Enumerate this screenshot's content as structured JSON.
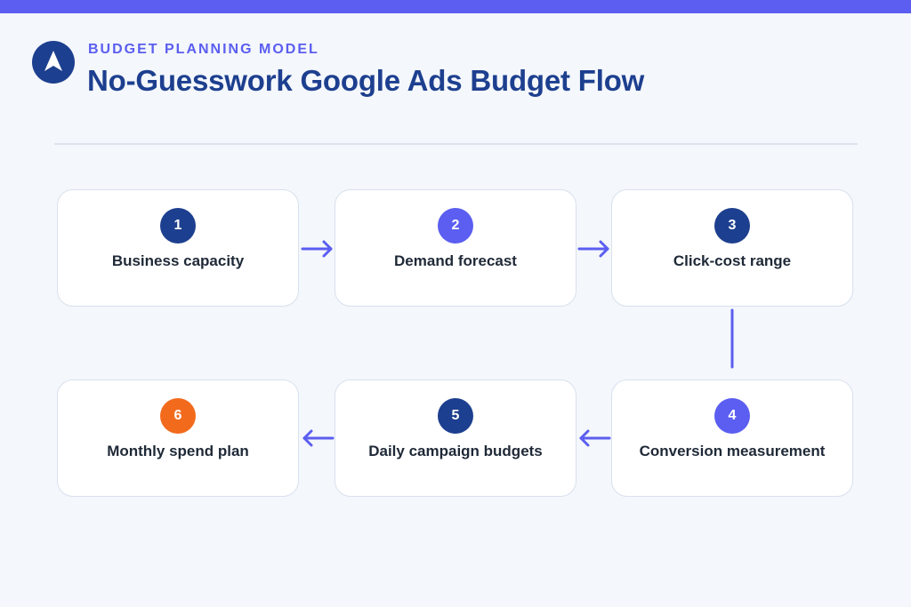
{
  "header": {
    "eyebrow": "BUDGET PLANNING MODEL",
    "title": "No-Guesswork Google Ads Budget Flow",
    "logo_icon": "navigation-arrow-icon"
  },
  "colors": {
    "accent": "#5b5ef0",
    "navy": "#1d3f8f",
    "orange": "#f26b1d",
    "card_border": "#d9e1ee",
    "background": "#f4f7fb"
  },
  "steps": [
    {
      "number": "1",
      "label": "Business capacity",
      "badge_color": "#1d3f8f"
    },
    {
      "number": "2",
      "label": "Demand forecast",
      "badge_color": "#5b5ef0"
    },
    {
      "number": "3",
      "label": "Click-cost range",
      "badge_color": "#1d3f8f"
    },
    {
      "number": "4",
      "label": "Conversion measurement",
      "badge_color": "#5b5ef0"
    },
    {
      "number": "5",
      "label": "Daily campaign budgets",
      "badge_color": "#1d3f8f"
    },
    {
      "number": "6",
      "label": "Monthly spend plan",
      "badge_color": "#f26b1d"
    }
  ],
  "connectors": [
    {
      "from": "1",
      "to": "2",
      "direction": "right"
    },
    {
      "from": "2",
      "to": "3",
      "direction": "right"
    },
    {
      "from": "3",
      "to": "4",
      "direction": "down"
    },
    {
      "from": "4",
      "to": "5",
      "direction": "left"
    },
    {
      "from": "5",
      "to": "6",
      "direction": "left"
    }
  ]
}
